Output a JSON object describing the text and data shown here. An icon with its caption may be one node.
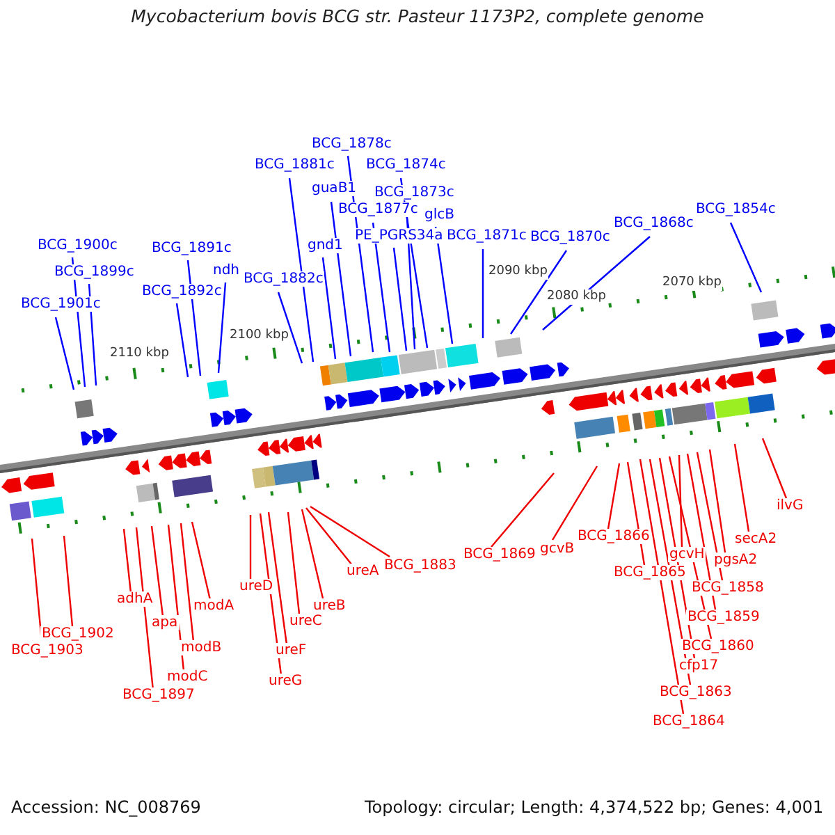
{
  "diagram": {
    "title": "Mycobacterium bovis BCG str. Pasteur 1173P2, complete genome",
    "nodes": [
      {
        "text": [
          "BCG_1901c"
        ]
      },
      {
        "text": [
          "BCG_1900c"
        ]
      },
      {
        "text": [
          "BCG_1899c"
        ]
      },
      {
        "text": [
          "BCG_1892c"
        ]
      },
      {
        "text": [
          "BCG_1891c"
        ]
      },
      {
        "text": [
          "ndh"
        ]
      },
      {
        "text": [
          "BCG_1882c"
        ]
      },
      {
        "text": [
          "BCG_1881c"
        ]
      },
      {
        "text": [
          "gnd1"
        ]
      },
      {
        "text": [
          "guaB1"
        ]
      },
      {
        "text": [
          "BCG_1878c"
        ]
      },
      {
        "text": [
          "BCG_1874c"
        ]
      },
      {
        "text": [
          "BCG_1877c"
        ]
      },
      {
        "text": [
          "BCG_1873c"
        ]
      },
      {
        "text": [
          "PE_PGRS34a"
        ]
      },
      {
        "text": [
          "glcB"
        ]
      },
      {
        "text": [
          "BCG_1871c"
        ]
      },
      {
        "text": [
          "BCG_1870c"
        ]
      },
      {
        "text": [
          "BCG_1868c"
        ]
      },
      {
        "text": [
          "BCG_1854c"
        ]
      },
      {
        "text": [
          "BCG_1903"
        ]
      },
      {
        "text": [
          "BCG_1902"
        ]
      },
      {
        "text": [
          "adhA"
        ]
      },
      {
        "text": [
          "BCG_1897"
        ]
      },
      {
        "text": [
          "apa"
        ]
      },
      {
        "text": [
          "modC"
        ]
      },
      {
        "text": [
          "modB"
        ]
      },
      {
        "text": [
          "modA"
        ]
      },
      {
        "text": [
          "ureD"
        ]
      },
      {
        "text": [
          "ureG"
        ]
      },
      {
        "text": [
          "ureF"
        ]
      },
      {
        "text": [
          "ureC"
        ]
      },
      {
        "text": [
          "ureB"
        ]
      },
      {
        "text": [
          "ureA"
        ]
      },
      {
        "text": [
          "BCG_1883"
        ]
      },
      {
        "text": [
          "BCG_1869"
        ]
      },
      {
        "text": [
          "gcvB"
        ]
      },
      {
        "text": [
          "BCG_1866"
        ]
      },
      {
        "text": [
          "BCG_1865"
        ]
      },
      {
        "text": [
          "gcvH"
        ]
      },
      {
        "text": [
          "pgsA2"
        ]
      },
      {
        "text": [
          "secA2"
        ]
      },
      {
        "text": [
          "ilvG"
        ]
      },
      {
        "text": [
          "BCG_1858"
        ]
      },
      {
        "text": [
          "BCG_1859"
        ]
      },
      {
        "text": [
          "BCG_1860"
        ]
      },
      {
        "text": [
          "cfp17"
        ]
      },
      {
        "text": [
          "BCG_1863"
        ]
      },
      {
        "text": [
          "BCG_1864"
        ]
      }
    ],
    "edges": [
      {
        "from": 0,
        "to": null,
        "arrow": "none",
        "color": "#0000ff"
      },
      {
        "from": 1,
        "to": null,
        "arrow": "none",
        "color": "#0000ff"
      },
      {
        "from": 2,
        "to": null,
        "arrow": "none",
        "color": "#0000ff"
      },
      {
        "from": 3,
        "to": null,
        "arrow": "none",
        "color": "#0000ff"
      },
      {
        "from": 4,
        "to": null,
        "arrow": "none",
        "color": "#0000ff"
      },
      {
        "from": 5,
        "to": null,
        "arrow": "none",
        "color": "#0000ff"
      },
      {
        "from": 6,
        "to": null,
        "arrow": "none",
        "color": "#0000ff"
      },
      {
        "from": 7,
        "to": null,
        "arrow": "none",
        "color": "#0000ff"
      },
      {
        "from": 8,
        "to": null,
        "arrow": "none",
        "color": "#0000ff"
      },
      {
        "from": 9,
        "to": null,
        "arrow": "none",
        "color": "#0000ff"
      },
      {
        "from": 10,
        "to": null,
        "arrow": "none",
        "color": "#0000ff"
      },
      {
        "from": 11,
        "to": null,
        "arrow": "none",
        "color": "#0000ff"
      },
      {
        "from": 12,
        "to": null,
        "arrow": "none",
        "color": "#0000ff"
      },
      {
        "from": 13,
        "to": null,
        "arrow": "none",
        "color": "#0000ff"
      },
      {
        "from": 14,
        "to": null,
        "arrow": "none",
        "color": "#0000ff"
      },
      {
        "from": 15,
        "to": null,
        "arrow": "none",
        "color": "#0000ff"
      },
      {
        "from": 16,
        "to": null,
        "arrow": "none",
        "color": "#0000ff"
      },
      {
        "from": 17,
        "to": null,
        "arrow": "none",
        "color": "#0000ff"
      },
      {
        "from": 18,
        "to": null,
        "arrow": "none",
        "color": "#0000ff"
      },
      {
        "from": 19,
        "to": null,
        "arrow": "none",
        "color": "#0000ff"
      },
      {
        "from": 20,
        "to": null,
        "arrow": "none"
      },
      {
        "from": 21,
        "to": null,
        "arrow": "none"
      },
      {
        "from": 22,
        "to": null,
        "arrow": "none"
      },
      {
        "from": 23,
        "to": null,
        "arrow": "none"
      },
      {
        "from": 24,
        "to": null,
        "arrow": "none"
      },
      {
        "from": 25,
        "to": null,
        "arrow": "none"
      },
      {
        "from": 26,
        "to": null,
        "arrow": "none"
      },
      {
        "from": 27,
        "to": null,
        "arrow": "none"
      },
      {
        "from": 28,
        "to": null,
        "arrow": "none"
      },
      {
        "from": 29,
        "to": null,
        "arrow": "none"
      },
      {
        "from": 30,
        "to": null,
        "arrow": "none"
      },
      {
        "from": 31,
        "to": null,
        "arrow": "none"
      },
      {
        "from": 32,
        "to": null,
        "arrow": "none"
      },
      {
        "from": 33,
        "to": null,
        "arrow": "none"
      },
      {
        "from": 34,
        "to": null,
        "arrow": "none"
      },
      {
        "from": 35,
        "to": null,
        "arrow": "none"
      },
      {
        "from": 36,
        "to": null,
        "arrow": "none"
      },
      {
        "from": 37,
        "to": null,
        "arrow": "none"
      },
      {
        "from": 38,
        "to": null,
        "arrow": "none"
      },
      {
        "from": 39,
        "to": null,
        "arrow": "none"
      },
      {
        "from": 40,
        "to": null,
        "arrow": "none"
      },
      {
        "from": 41,
        "to": null,
        "arrow": "none"
      },
      {
        "from": 42,
        "to": null,
        "arrow": "none"
      },
      {
        "from": 43,
        "to": null,
        "arrow": "none"
      },
      {
        "from": 44,
        "to": null,
        "arrow": "none"
      },
      {
        "from": 45,
        "to": null,
        "arrow": "none"
      },
      {
        "from": 46,
        "to": null,
        "arrow": "none"
      },
      {
        "from": 47,
        "to": null,
        "arrow": "none"
      },
      {
        "from": 48,
        "to": null,
        "arrow": "none"
      }
    ],
    "labels": [
      "2110 kbp",
      "2100 kbp",
      "2090 kbp",
      "2080 kbp",
      "2070 kbp",
      "Accession: NC_008769",
      "Topology: circular; Length: 4,374,522 bp; Genes: 4,001"
    ]
  }
}
